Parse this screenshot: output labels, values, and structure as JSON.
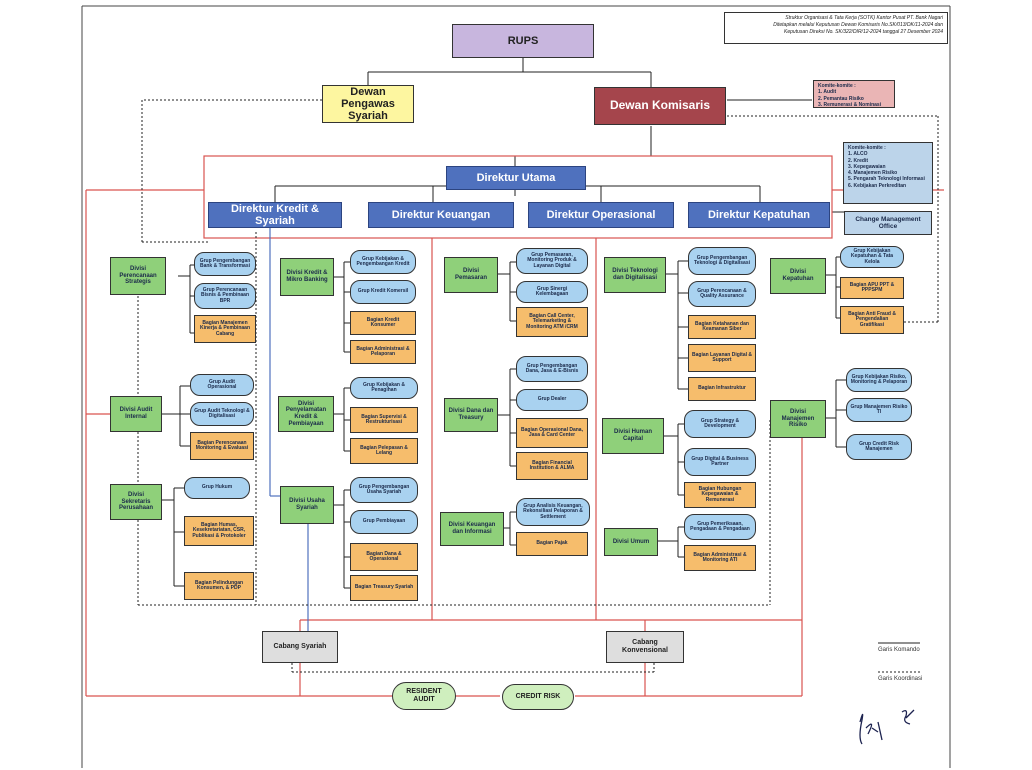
{
  "header": {
    "lines": [
      "Struktur Organisasi & Tata Kerja (SOTK) Kantor Pusat PT. Bank Nagari",
      "Ditetapkan melalui Keputusan Dewan Komisaris No.SK/013/DK/11-2024 dan",
      "Keputusan Direksi No. SK/322/DIR/12-2024 tanggal 27 Desember 2024"
    ]
  },
  "top": {
    "rups": "RUPS",
    "dps": "Dewan Pengawas Syariah",
    "dk": "Dewan Komisaris"
  },
  "komite_dk": {
    "title": "Komite-komite :",
    "items": [
      "1. Audit",
      "2. Pemantau Risiko",
      "3. Remunerasi & Nominasi"
    ]
  },
  "komite_dir": {
    "title": "Komite-komite :",
    "items": [
      "1. ALCO",
      "2. Kredit",
      "3. Kepegawaian",
      "4. Manajemen Risiko",
      "5. Pengarah Teknologi Informasi",
      "6. Kebijakan Perkreditan"
    ]
  },
  "change_office": "Change Management Office",
  "directors": {
    "utama": "Direktur Utama",
    "kredit": "Direktur Kredit & Syariah",
    "keuangan": "Direktur Keuangan",
    "operasional": "Direktur Operasional",
    "kepatuhan": "Direktur Kepatuhan"
  },
  "col1": {
    "div_perencanaan": "Divisi Perencanaan Strategis",
    "g_pengembangan_bank": "Grup Pengembangan Bank & Transformasi",
    "g_perencanaan_bisnis": "Grup Perencanaan Bisnis & Pembinaan BPR",
    "b_manajemen_kinerja": "Bagian Manajemen Kinerja & Pembinaan Cabang",
    "div_audit": "Divisi Audit Internal",
    "g_audit_operasional": "Grup Audit Operasional",
    "g_audit_ti": "Grup Audit Teknologi & Digitalisasi",
    "b_monitoring": "Bagian Perencanaan Monitoring & Evaluasi",
    "div_sekretaris": "Divisi Sekretaris Perusahaan",
    "g_hukum": "Grup Hukum",
    "b_humas": "Bagian Humas, Kesekretariatan, CSR, Publikasi & Protokoler",
    "b_perlindungan": "Bagian Pelindungan Konsumen, & PDP"
  },
  "col2": {
    "div_kredit_mikro": "Divisi Kredit & Mikro Banking",
    "g_kebijakan_kredit": "Grup Kebijakan & Pengembangan Kredit",
    "g_kredit_komersil": "Grup Kredit Komersil",
    "b_kredit_konsumer": "Bagian Kredit Konsumer",
    "b_administrasi": "Bagian Administrasi & Pelaporan",
    "div_penyelamatan": "Divisi Penyelamatan Kredit & Pembiayaan",
    "g_kebijakan_penagihan": "Grup Kebijakan & Penagihan",
    "b_supervisi": "Bagian Supervisi & Restrukturisasi",
    "b_pelepasan": "Bagian Pelepasan & Lelang",
    "div_usaha_syariah": "Divisi Usaha Syariah",
    "g_pengembangan_syariah": "Grup Pengembangan Usaha Syariah",
    "g_pembiayaan": "Grup Pembiayaan",
    "b_dana_operasional": "Bagian Dana & Operasional",
    "b_treasury_syariah": "Bagian Treasury Syariah"
  },
  "col3": {
    "div_pemasaran": "Divisi Pemasaran",
    "g_pemasaran": "Grup Pemasaran, Monitoring Produk & Layanan Digital",
    "g_sinergi": "Grup Sinergi Kelembagaan",
    "b_call_center": "Bagian Call Center, Telemarketing & Monitoring ATM /CRM",
    "div_dana_treasury": "Divisi Dana dan Treasury",
    "g_pengembangan_dana": "Grup Pengembangan Dana, Jasa & E-Bisnis",
    "g_dealer": "Grup Dealer",
    "b_operasional_dana": "Bagian Operasional Dana, Jasa & Card Center",
    "b_financial": "Bagian Financial Institution & ALMA",
    "div_keuangan": "Divisi Keuangan dan Informasi",
    "g_analisis": "Grup Analisis Keuangan, Rekonsiliasi Pelaporan & Settlement",
    "b_pajak": "Bagian Pajak"
  },
  "col4": {
    "div_ti": "Divisi Teknologi dan Digitalisasi",
    "g_pengembangan_ti": "Grup Pengembangan Teknologi & Digitalisasi",
    "g_perencanaan_qa": "Grup Perencanaan & Quality Assurance",
    "b_ketahanan": "Bagian Ketahanan dan Keamanan Siber",
    "b_layanan_digital": "Bagian Layanan Digital & Support",
    "b_infrastruktur": "Bagian Infrastruktur",
    "div_human": "Divisi Human Capital",
    "g_strategy": "Grup Strategy & Development",
    "g_digital_partner": "Grup Digital & Business Partner",
    "b_hubungan": "Bagian Hubungan Kepegawaian & Remunerasi",
    "div_umum": "Divisi Umum",
    "g_pemeriksaan": "Grup Pemeriksaan, Pengadaan & Pengadaan",
    "b_adm_atm": "Bagian Administrasi & Monitoring ATI"
  },
  "col5": {
    "div_kepatuhan": "Divisi Kepatuhan",
    "g_kebijakan_tata": "Grup Kebijakan Kepatuhan & Tata Kelola",
    "b_apu": "Bagian APU PPT & PPPSPM",
    "b_anti_fraud": "Bagian Anti Fraud & Pengendalian Gratifikasi",
    "div_risiko": "Divisi Manajemen Risiko",
    "g_kebijakan_risiko": "Grup Kebijakan Risiko, Monitoring & Pelaporan",
    "g_manajemen_ti": "Grup Manajemen Risiko TI",
    "g_credit_risk": "Grup Credit Risk Manajemen"
  },
  "bottom": {
    "cabang_syariah": "Cabang Syariah",
    "cabang_konvensional": "Cabang Konvensional",
    "resident_audit": "RESIDENT AUDIT",
    "credit_risk": "CREDIT RISK"
  },
  "legend": {
    "komando": "Garis Komando",
    "koordinasi": "Garis Koordinasi"
  },
  "colors": {
    "director": "#4f71be",
    "division": "#8fd07a",
    "group": "#a9d2f0",
    "section": "#f6bd6c",
    "komisaris": "#a5454c",
    "red_line": "#d9534f"
  }
}
